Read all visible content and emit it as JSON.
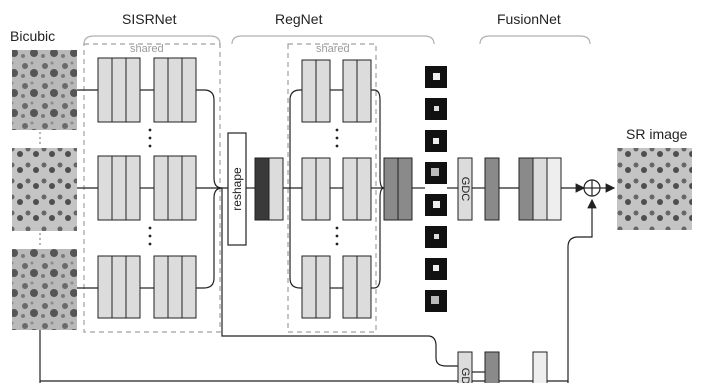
{
  "labels": {
    "bicubic": "Bicubic",
    "sisrnet": "SISRNet",
    "regnet": "RegNet",
    "fusionnet": "FusionNet",
    "shared_sisr": "shared",
    "shared_reg": "shared",
    "reshape": "reshape",
    "gdc": "GDC",
    "gdc_bottom": "GDC",
    "sr_image": "SR image"
  },
  "colors": {
    "block_light": "#dcdcdc",
    "block_mid": "#8a8a8a",
    "block_dark": "#3a3a3a",
    "kernel_bg": "#111111",
    "line": "#222222",
    "dashed": "#a0a0a0"
  }
}
